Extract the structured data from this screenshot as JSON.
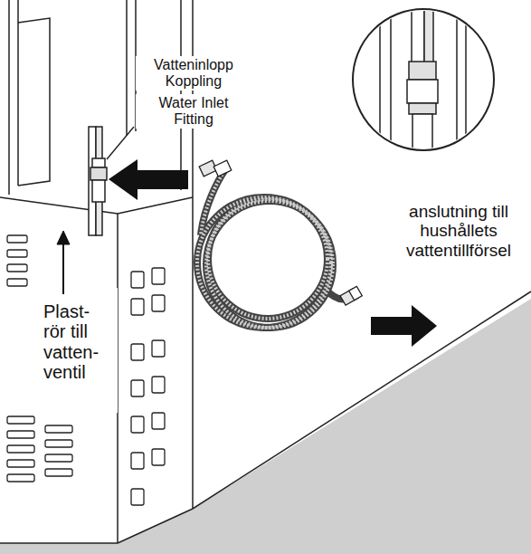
{
  "diagram": {
    "labels": [
      "Vatteninlopp Koppling",
      "Water Inlet Fitting",
      "Plast- rör till vatten- ventil",
      "anslutning till hushållets vattentillförsel"
    ]
  }
}
